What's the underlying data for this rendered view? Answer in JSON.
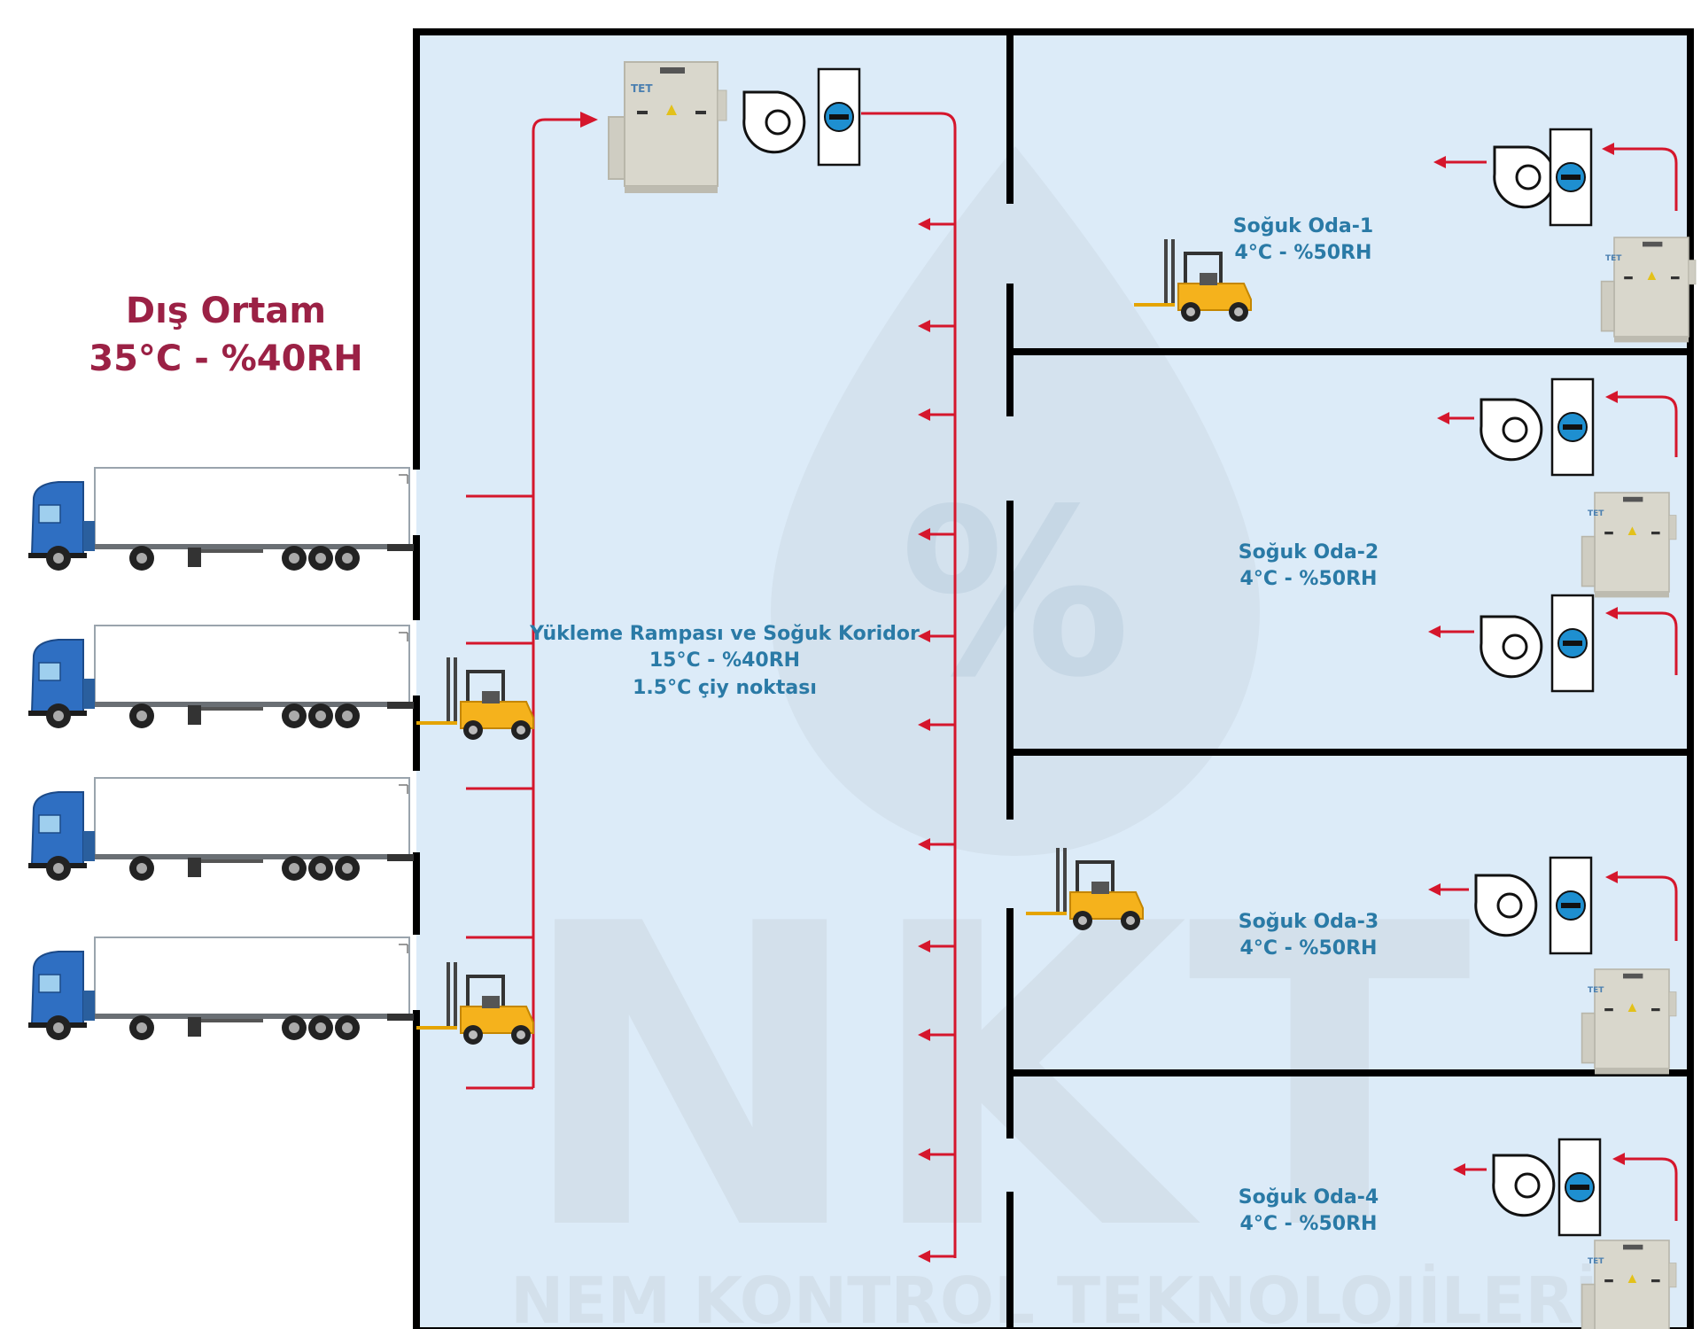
{
  "outside": {
    "title": "Dış Ortam",
    "conditions": "35°C - %40RH"
  },
  "corridor": {
    "title": "Yükleme Rampası ve Soğuk Koridor",
    "conditions": "15°C - %40RH",
    "dew_point": "1.5°C çiy noktası"
  },
  "rooms": [
    {
      "name": "Soğuk Oda-1",
      "conditions": "4°C - %50RH"
    },
    {
      "name": "Soğuk Oda-2",
      "conditions": "4°C - %50RH"
    },
    {
      "name": "Soğuk Oda-3",
      "conditions": "4°C - %50RH"
    },
    {
      "name": "Soğuk Oda-4",
      "conditions": "4°C - %50RH"
    }
  ],
  "dehumidifier_brand": "TET",
  "watermark": {
    "logo": "NKT",
    "percent": "%",
    "company": "NEM KONTROL TEKNOLOJİLERİ"
  },
  "colors": {
    "floor": "#dcebf8",
    "wall": "#000000",
    "duct": "#d5162c",
    "truck_cab": "#2f6fc2",
    "forklift": "#f5b21c",
    "outside_text": "#9b2145",
    "room_text": "#2a7aa6"
  }
}
